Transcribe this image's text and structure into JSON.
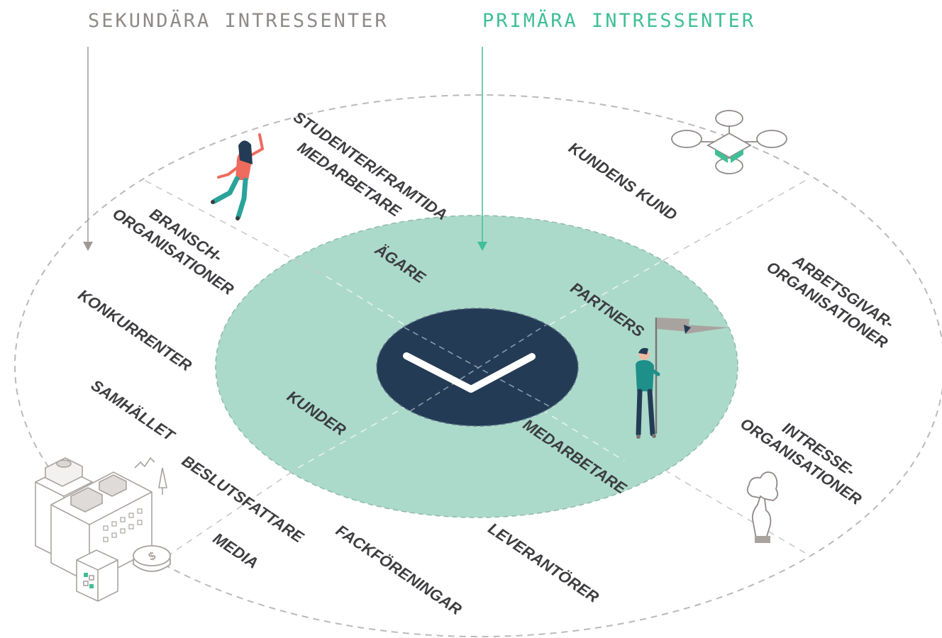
{
  "headers": {
    "secondary": "SEKUNDÄRA INTRESSENTER",
    "primary": "PRIMÄRA INTRESSENTER"
  },
  "primary_stakeholders": [
    "ÄGARE",
    "PARTNERS",
    "KUNDER",
    "MEDARBETARE"
  ],
  "secondary_stakeholders": {
    "students_line1": "STUDENTER/FRAMTIDA",
    "students_line2": "MEDARBETARE",
    "customers_customer": "KUNDENS KUND",
    "employers_line1": "ARBETSGIVAR-",
    "employers_line2": "ORGANISATIONER",
    "industry_line1": "BRANSCH-",
    "industry_line2": "ORGANISATIONER",
    "competitors": "KONKURRENTER",
    "society": "SAMHÄLLET",
    "decision_makers": "BESLUTSFATTARE",
    "media": "MEDIA",
    "unions": "FACKFÖRENINGAR",
    "suppliers": "LEVERANTÖRER",
    "interest_line1": "INTRESSE-",
    "interest_line2": "ORGANISATIONER"
  },
  "colors": {
    "primary_ring": "#acdaca",
    "center": "#243b55",
    "accent": "#3fbf96",
    "secondary_text": "#8f8a88",
    "label": "#3e3e42"
  },
  "icons": [
    "person-jumping-icon",
    "drone-icon",
    "person-with-flag-icon",
    "cloud-touch-icon",
    "city-buildings-icon",
    "coin-icon",
    "check-logo-icon"
  ]
}
